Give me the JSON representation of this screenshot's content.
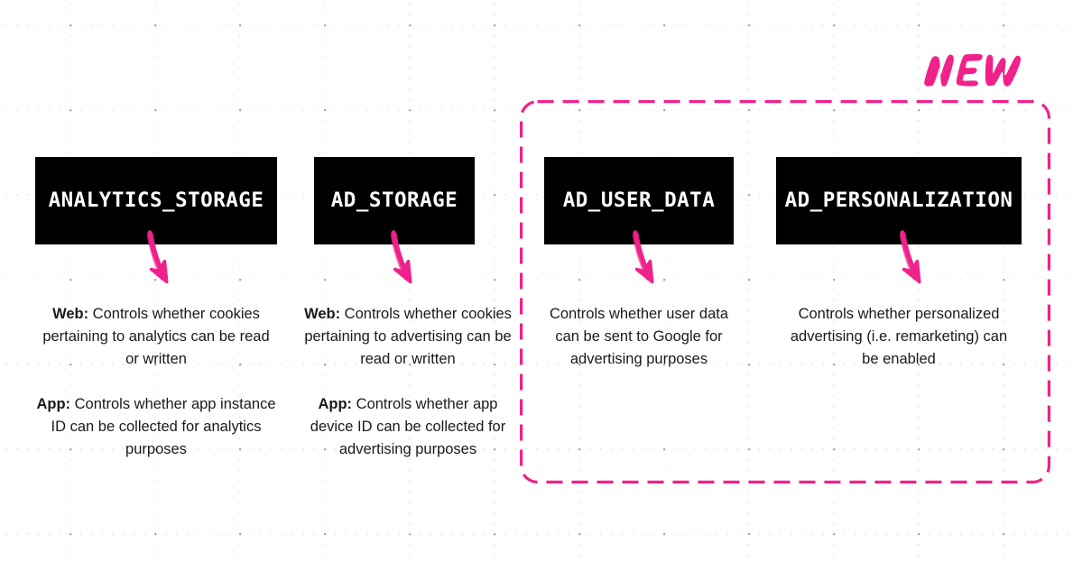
{
  "theme": {
    "accent_pink": "#F0218A",
    "box_fill": "#000000",
    "box_text": "#FFFFFF",
    "body_text": "#1A1A1A",
    "background": "#FFFFFF",
    "grid_dot": "#787880"
  },
  "badge": {
    "text": "NEW"
  },
  "columns": [
    {
      "id": "analytics-storage",
      "box_label": "ANALYTICS_STORAGE",
      "paragraphs": [
        {
          "lead": "Web:",
          "text": " Controls whether cookies pertaining to analytics can be read or written"
        },
        {
          "lead": "App:",
          "text": " Controls whether app instance ID can be collected for analytics purposes"
        }
      ]
    },
    {
      "id": "ad-storage",
      "box_label": "AD_STORAGE",
      "paragraphs": [
        {
          "lead": "Web:",
          "text": " Controls whether cookies pertaining to advertising can be read or written"
        },
        {
          "lead": "App:",
          "text": " Controls whether app device ID can be collected for advertising purposes"
        }
      ]
    },
    {
      "id": "ad-user-data",
      "box_label": "AD_USER_DATA",
      "paragraphs": [
        {
          "lead": "",
          "text": "Controls whether user data can be sent to Google for advertising purposes"
        }
      ]
    },
    {
      "id": "ad-personalization",
      "box_label": "AD_PERSONALIZATION",
      "paragraphs": [
        {
          "lead": "",
          "text": "Controls whether personalized advertising (i.e. remarketing) can be enabled"
        }
      ]
    }
  ]
}
